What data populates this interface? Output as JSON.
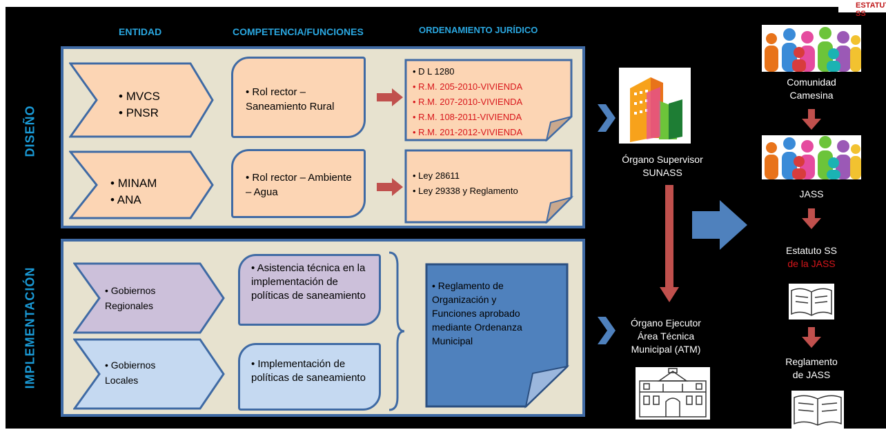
{
  "headers": {
    "entidad": "ENTIDAD",
    "competencia": "COMPETENCIA/FUNCIONES",
    "ordenamiento": "ORDENAMIENTO JURÍDICO"
  },
  "sections": {
    "diseno": "DISEÑO",
    "implementacion": "IMPLEMENTACIÓN"
  },
  "diseno_rows": [
    {
      "entities": [
        "MVCS",
        "PNSR"
      ],
      "function": "Rol rector – Saneamiento Rural",
      "legal": [
        {
          "text": "D L 1280",
          "color": "#000000"
        },
        {
          "text": "R.M. 205-2010-VIVIENDA",
          "color": "#d8161b"
        },
        {
          "text": "R.M. 207-2010-VIVIENDA",
          "color": "#d8161b"
        },
        {
          "text": "R.M. 108-2011-VIVIENDA",
          "color": "#d8161b"
        },
        {
          "text": "R.M. 201-2012-VIVIENDA",
          "color": "#d8161b"
        }
      ]
    },
    {
      "entities": [
        "MINAM",
        "ANA"
      ],
      "function": "Rol rector – Ambiente – Agua",
      "legal": [
        {
          "text": "Ley 28611",
          "color": "#000000"
        },
        {
          "text": "Ley 29338 y Reglamento",
          "color": "#000000"
        }
      ]
    }
  ],
  "impl_rows": [
    {
      "entity": "Gobiernos Regionales",
      "function": "Asistencia técnica en la implementación de políticas de saneamiento"
    },
    {
      "entity": "Gobiernos Locales",
      "function": "Implementación de políticas de saneamiento"
    }
  ],
  "impl_legal": "Reglamento de Organización y Funciones aprobado mediante Ordenanza Municipal",
  "supervisor": {
    "line1": "Órgano Supervisor",
    "line2": "SUNASS"
  },
  "ejecutor": {
    "line1": "Órgano Ejecutor",
    "line2": "Área Técnica",
    "line3": "Municipal (ATM)"
  },
  "right_column": {
    "comunidad": {
      "line1": "Comunidad",
      "line2": "Camesina"
    },
    "jass": "JASS",
    "estatuto": {
      "line1": "Estatuto SS",
      "line2": "de la JASS"
    },
    "reglamento": {
      "line1": "Reglamento",
      "line2": "de JASS"
    },
    "top_label": "ESTATUTO SS"
  },
  "colors": {
    "panel_bg": "#e7e2cf",
    "panel_border": "#3f6aa4",
    "diseno_fill": "#fcd5b4",
    "region_fill": "#ccc0da",
    "local_fill": "#c5d9f1",
    "impl_legal_fill": "#4f81bd",
    "heading_blue": "#2aa7e0",
    "red_arrow": "#c0504d",
    "red_text": "#d8161b"
  }
}
